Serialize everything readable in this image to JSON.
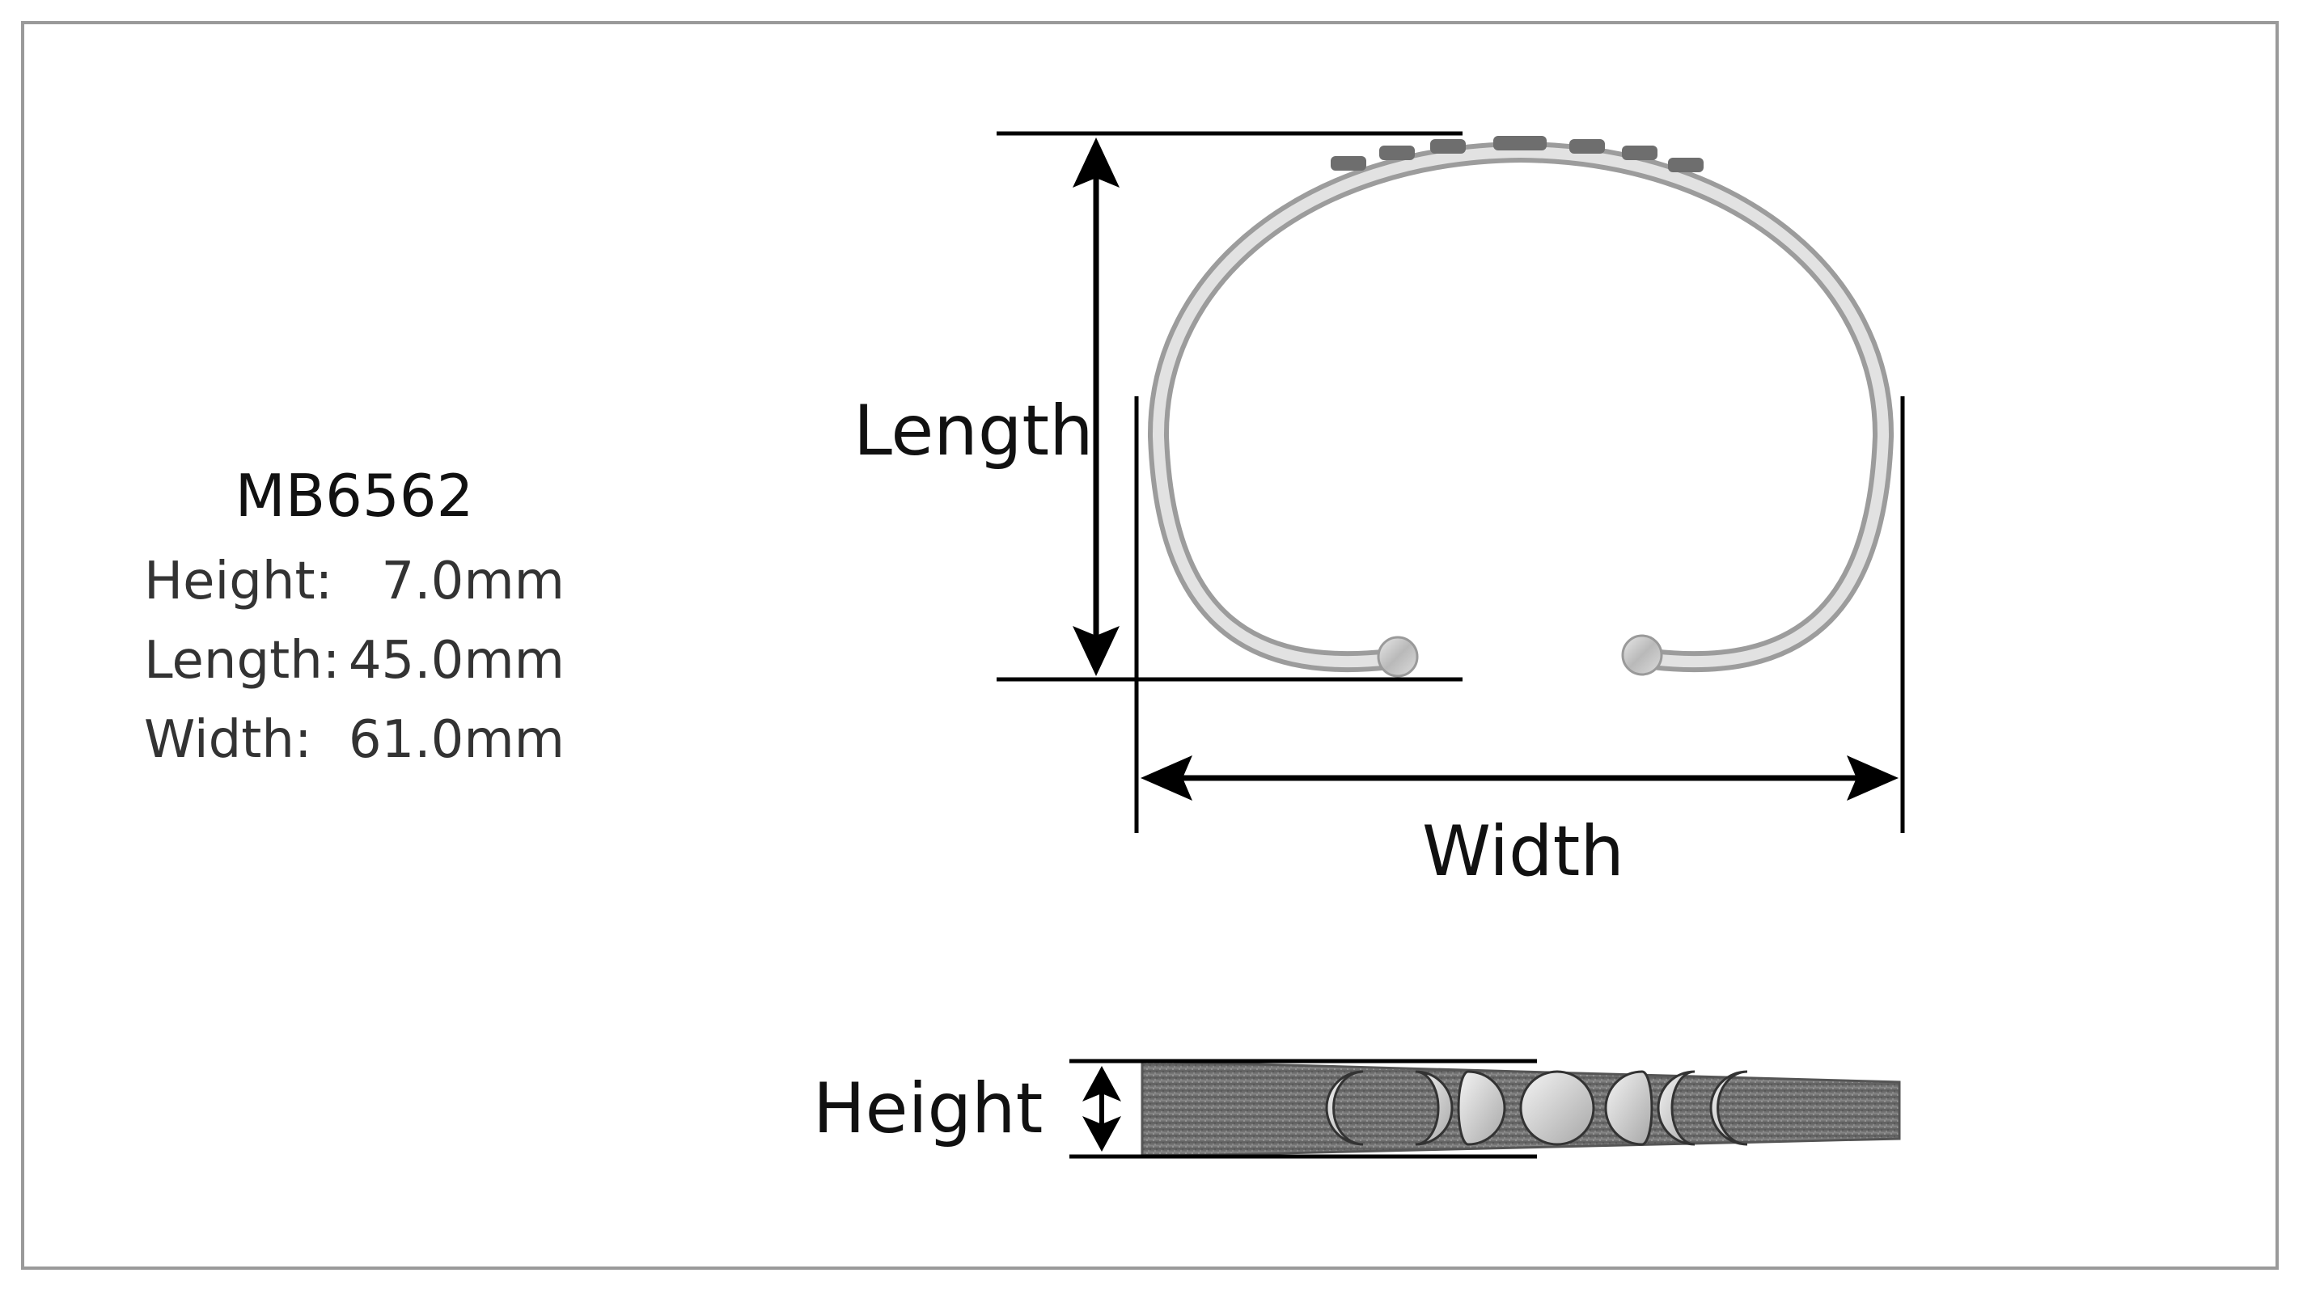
{
  "product": {
    "code": "MB6562",
    "specs": [
      {
        "label": "Height:",
        "value": "7.0mm"
      },
      {
        "label": "Length:",
        "value": "45.0mm"
      },
      {
        "label": "Width:",
        "value": "61.0mm"
      }
    ]
  },
  "dimension_labels": {
    "length": "Length",
    "width": "Width",
    "height": "Height"
  },
  "colors": {
    "frame": "#9a9a9a",
    "line": "#000000",
    "silver": "#c9c9c9",
    "oxidized": "#6b6b6b"
  },
  "moon_phases": [
    "waxing-crescent",
    "first-quarter",
    "waxing-gibbous",
    "full-moon",
    "waning-gibbous",
    "last-quarter",
    "waning-crescent"
  ]
}
